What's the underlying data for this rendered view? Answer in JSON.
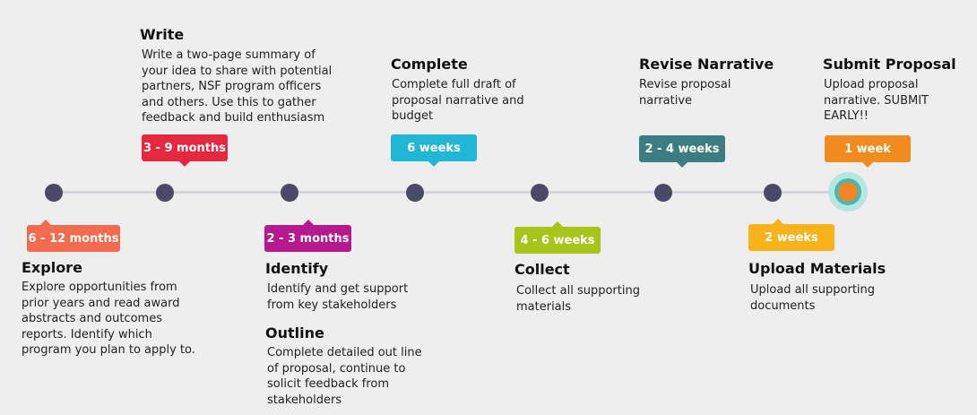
{
  "colors": {
    "explore": "#f26b4e",
    "write": "#e5283f",
    "identify": "#b5198d",
    "complete": "#20b6d6",
    "collect": "#a6c419",
    "revise": "#3b7d80",
    "upload": "#f8b31a",
    "submit": "#f18a1f",
    "dot": "#4a4a68"
  },
  "steps": {
    "explore": {
      "duration": "6 - 12 months",
      "title": "Explore",
      "desc": "Explore opportunities from prior years and read award abstracts and outcomes reports. Identify which program you plan to apply to."
    },
    "write": {
      "duration": "3 - 9 months",
      "title": "Write",
      "desc": "Write a two-page summary of your idea to share with potential partners, NSF program officers and others. Use this to gather feedback and build enthusiasm"
    },
    "identify": {
      "duration": "2 - 3 months",
      "title": "Identify",
      "desc": "Identify and get support from key stakeholders"
    },
    "outline": {
      "title": "Outline",
      "desc": "Complete detailed out line of proposal, continue to solicit feedback from stakeholders"
    },
    "complete": {
      "duration": "6 weeks",
      "title": "Complete",
      "desc": "Complete full draft of proposal narrative and budget"
    },
    "collect": {
      "duration": "4 - 6 weeks",
      "title": "Collect",
      "desc": "Collect all supporting materials"
    },
    "revise": {
      "duration": "2 - 4 weeks",
      "title": "Revise Narrative",
      "desc": "Revise proposal narrative"
    },
    "upload": {
      "duration": "2 weeks",
      "title": "Upload Materials",
      "desc": "Upload all supporting documents"
    },
    "submit": {
      "duration": "1 week",
      "title": "Submit Proposal",
      "desc": "Upload proposal narrative. SUBMIT EARLY!!"
    }
  }
}
